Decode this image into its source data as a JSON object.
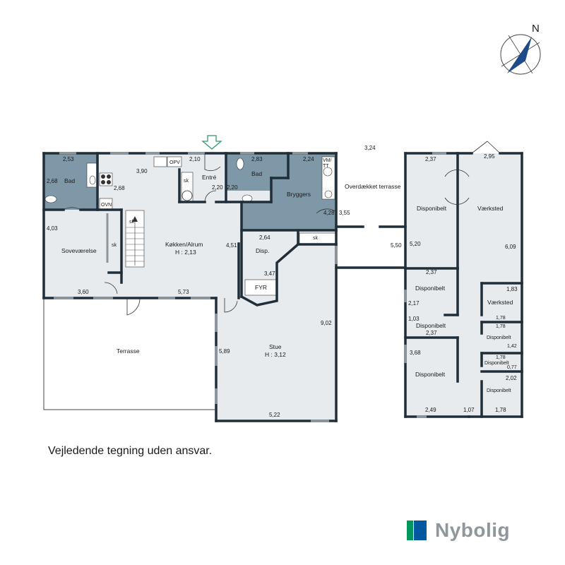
{
  "compass": {
    "north_label": "N"
  },
  "colors": {
    "wet_room": "#7f98a7",
    "floor": "#e7ebee",
    "wall": "#1f2e38",
    "window": "#8c959b"
  },
  "rooms": {
    "bad1": "Bad",
    "koekken": "Køkken/Alrum",
    "koekken_height": "H : 2,13",
    "entre": "Entré",
    "bad2": "Bad",
    "bryggers": "Bryggers",
    "overdaekket": "Overdækket terrasse",
    "disponibelt_top": "Disponibelt",
    "vaerksted_big": "Værksted",
    "sovevaerelse": "Soveværelse",
    "disp": "Disp.",
    "fyr": "FYR",
    "terrasse": "Terrasse",
    "stue": "Stue",
    "stue_height": "H : 3,12",
    "disponibelt_mid": "Disponibelt",
    "vaerksted_small": "Værksted",
    "disponibelt_hall": "Disponibelt",
    "disponibelt_r1": "Disponibelt",
    "disponibelt_r2": "Disponibelt",
    "disponibelt_low": "Disponibelt",
    "disponibelt_r3": "Disponibelt"
  },
  "fixtures": {
    "opv": "OPV",
    "ovn": "OVN",
    "sk_entre": "sk",
    "sk_stairs": "sk",
    "sk_bed": "sk",
    "sk_bryggers": "sk",
    "vm_tt": "VM/\nTT"
  },
  "dimensions": {
    "bad1_w": "2,53",
    "bad1_h": "2,68",
    "kitchen_w": "3,90",
    "kitchen_side": "2,68",
    "entre_w": "2,10",
    "entre_h": "2,20",
    "bad2_w": "2,83",
    "bad2_h": "2,20",
    "bryggers_w": "2,24",
    "bryggers_h": "4,28",
    "overdaekket_w": "3,24",
    "overdaekket_h1": "3,55",
    "overdaekket_h2": "5,50",
    "disp_top_w": "2,37",
    "disp_top_h": "5,20",
    "vaerk_w": "2,95",
    "vaerk_h": "6,09",
    "sove_h": "4,03",
    "sove_w": "3,60",
    "koekken_h": "4,51",
    "koekken_w": "5,73",
    "disp_w": "2,64",
    "disp_h": "3,47",
    "stue_h": "9,02",
    "stue_side": "5,89",
    "stue_w": "5,22",
    "disp_mid_w": "2,37",
    "disp_mid_h": "2,17",
    "vaerk_small_w": "1,83",
    "hall_h": "1,03",
    "hall_w": "2,37",
    "r1_w": "1,78",
    "r1_b": "1,78",
    "r1_h": "1,42",
    "r2_w": "1,78",
    "r2_h": "0,77",
    "disp_low_h": "3,68",
    "disp_low_w": "2,49",
    "r3_h": "2,02",
    "bottom_mid": "1,07",
    "bottom_right": "1,78"
  },
  "disclaimer": "Vejledende tegning uden ansvar.",
  "brand": {
    "name": "Nybolig",
    "color_green": "#00965e",
    "color_blue": "#0058a0"
  }
}
